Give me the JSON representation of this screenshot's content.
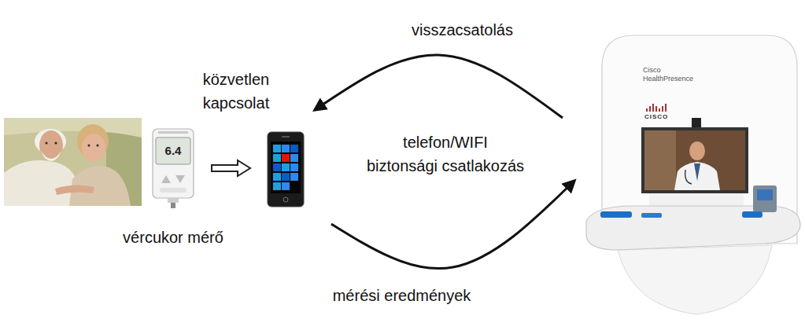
{
  "diagram": {
    "nodes": [
      {
        "text": [
          "6.4",
          "vércukor mérő"
        ]
      },
      {
        "text": [
          "közvetlen kapcsolat"
        ]
      },
      {
        "text": [
          "Cisco HealthPresence",
          "CISCO"
        ]
      }
    ],
    "edges": [
      {
        "from": 0,
        "to": 1,
        "arrow": "to"
      },
      {
        "from": 2,
        "to": 1,
        "label": "visszacsatolás",
        "arrow": "to"
      },
      {
        "from": 1,
        "to": 2,
        "label": "mérési eredmények",
        "arrow": "to"
      }
    ],
    "labels": [
      "telefon/WIFI biztonsági csatlakozás"
    ]
  }
}
